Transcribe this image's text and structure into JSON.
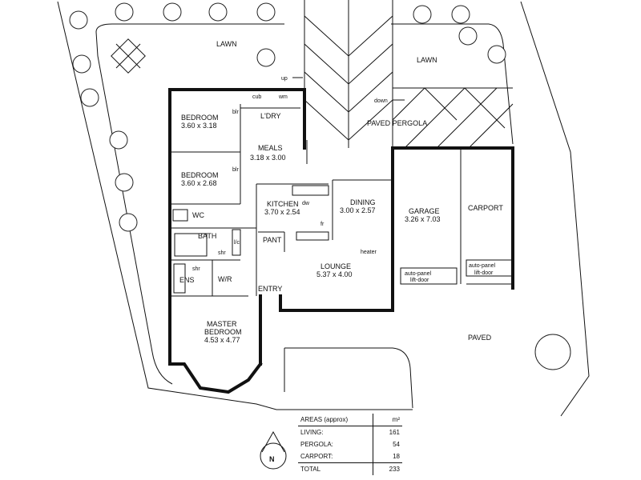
{
  "labels": {
    "lawn_left": "LAWN",
    "lawn_right": "LAWN",
    "up": "up",
    "down": "down",
    "paved_pergola": "PAVED PERGOLA",
    "paved": "PAVED",
    "cub": "cub",
    "wm": "wm",
    "ldry": "L'DRY",
    "blr1": "blr",
    "blr2": "blr",
    "dw": "dw",
    "fr": "fr",
    "shr_bath": "shr",
    "shr_ens": "shr",
    "lc": "l/c",
    "heater": "heater",
    "carport": "CARPORT",
    "auto_door_1": "auto-panel",
    "auto_door_1b": "lift-door",
    "auto_door_2": "auto-panel",
    "auto_door_2b": "lift-door",
    "wc": "WC",
    "bath": "BATH",
    "ens": "ENS",
    "wir": "W/R",
    "entry": "ENTRY",
    "pant": "PANT",
    "north": "N"
  },
  "rooms": {
    "bedroom1": {
      "name": "BEDROOM",
      "size": "3.60 x 3.18"
    },
    "bedroom2": {
      "name": "BEDROOM",
      "size": "3.60 x 2.68"
    },
    "meals": {
      "name": "MEALS",
      "size": "3.18 x 3.00"
    },
    "kitchen": {
      "name": "KITCHEN",
      "size": "3.70 x 2.54"
    },
    "dining": {
      "name": "DINING",
      "size": "3.00 x 2.57"
    },
    "garage": {
      "name": "GARAGE",
      "size": "3.26 x 7.03"
    },
    "lounge": {
      "name": "LOUNGE",
      "size": "5.37 x 4.00"
    },
    "master": {
      "name": "MASTER",
      "name2": "BEDROOM",
      "size": "4.53 x 4.77"
    }
  },
  "areas": {
    "title": "AREAS (approx)",
    "unit": "m²",
    "rows": [
      {
        "label": "LIVING:",
        "value": "161"
      },
      {
        "label": "PERGOLA:",
        "value": "54"
      },
      {
        "label": "CARPORT:",
        "value": "18"
      }
    ],
    "total_label": "TOTAL",
    "total_value": "233"
  }
}
